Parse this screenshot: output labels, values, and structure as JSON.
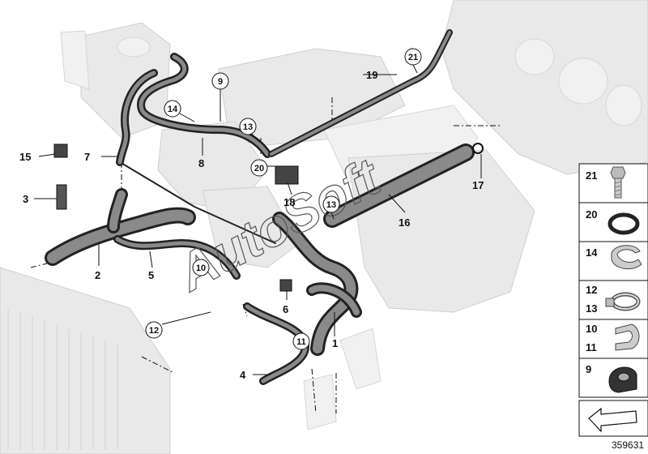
{
  "figure_id": "359631",
  "watermark": "AutoSoft",
  "callouts": [
    "1",
    "2",
    "3",
    "4",
    "5",
    "6",
    "7",
    "8",
    "15",
    "16",
    "17",
    "18",
    "19"
  ],
  "circled_callouts": [
    "9",
    "10",
    "11",
    "12",
    "13",
    "13",
    "14",
    "20",
    "21"
  ],
  "legend": {
    "rows": [
      {
        "numbers": [
          "21"
        ],
        "icon": "bolt-icon"
      },
      {
        "numbers": [
          "20"
        ],
        "icon": "o-ring-icon"
      },
      {
        "numbers": [
          "14"
        ],
        "icon": "clip-icon"
      },
      {
        "numbers": [
          "12",
          "13"
        ],
        "icon": "hose-clamp-icon"
      },
      {
        "numbers": [
          "10",
          "11"
        ],
        "icon": "bracket-clip-icon"
      },
      {
        "numbers": [
          "9"
        ],
        "icon": "pipe-holder-icon"
      }
    ],
    "bottom_icon": "arrow-down-left-icon"
  },
  "colors": {
    "line": "#111111",
    "ghost": "#e9e9e9",
    "hose": "#222222"
  }
}
